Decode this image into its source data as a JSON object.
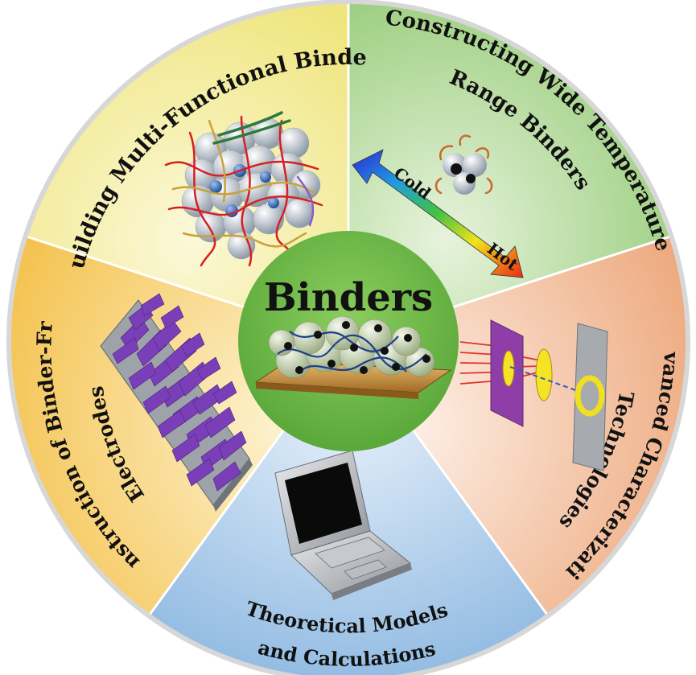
{
  "center": {
    "title": "Binders"
  },
  "segments": [
    {
      "id": "multi",
      "label": "Building Multi-Functional Binders",
      "color": "#f2ec9a"
    },
    {
      "id": "temp",
      "line1": "Constructing Wide Temperature",
      "line2": "Range  Binders",
      "color": "#a9d58b"
    },
    {
      "id": "charac",
      "line1": "Advanced Characterization",
      "line2": "Technologies",
      "color": "#f2c3a3"
    },
    {
      "id": "theory",
      "line1": "Theoretical Models",
      "line2": "and Calculations",
      "color": "#a9c8e6"
    },
    {
      "id": "binderfree",
      "line1": "Construction of Binder-Free",
      "line2": "Electrodes",
      "color": "#f6cf6e"
    }
  ],
  "thermo": {
    "cold_label": "Cold",
    "hot_label": "Hot"
  },
  "colors": {
    "center_fill": "#6bb844",
    "ring_edge": "#bbbbbb"
  }
}
